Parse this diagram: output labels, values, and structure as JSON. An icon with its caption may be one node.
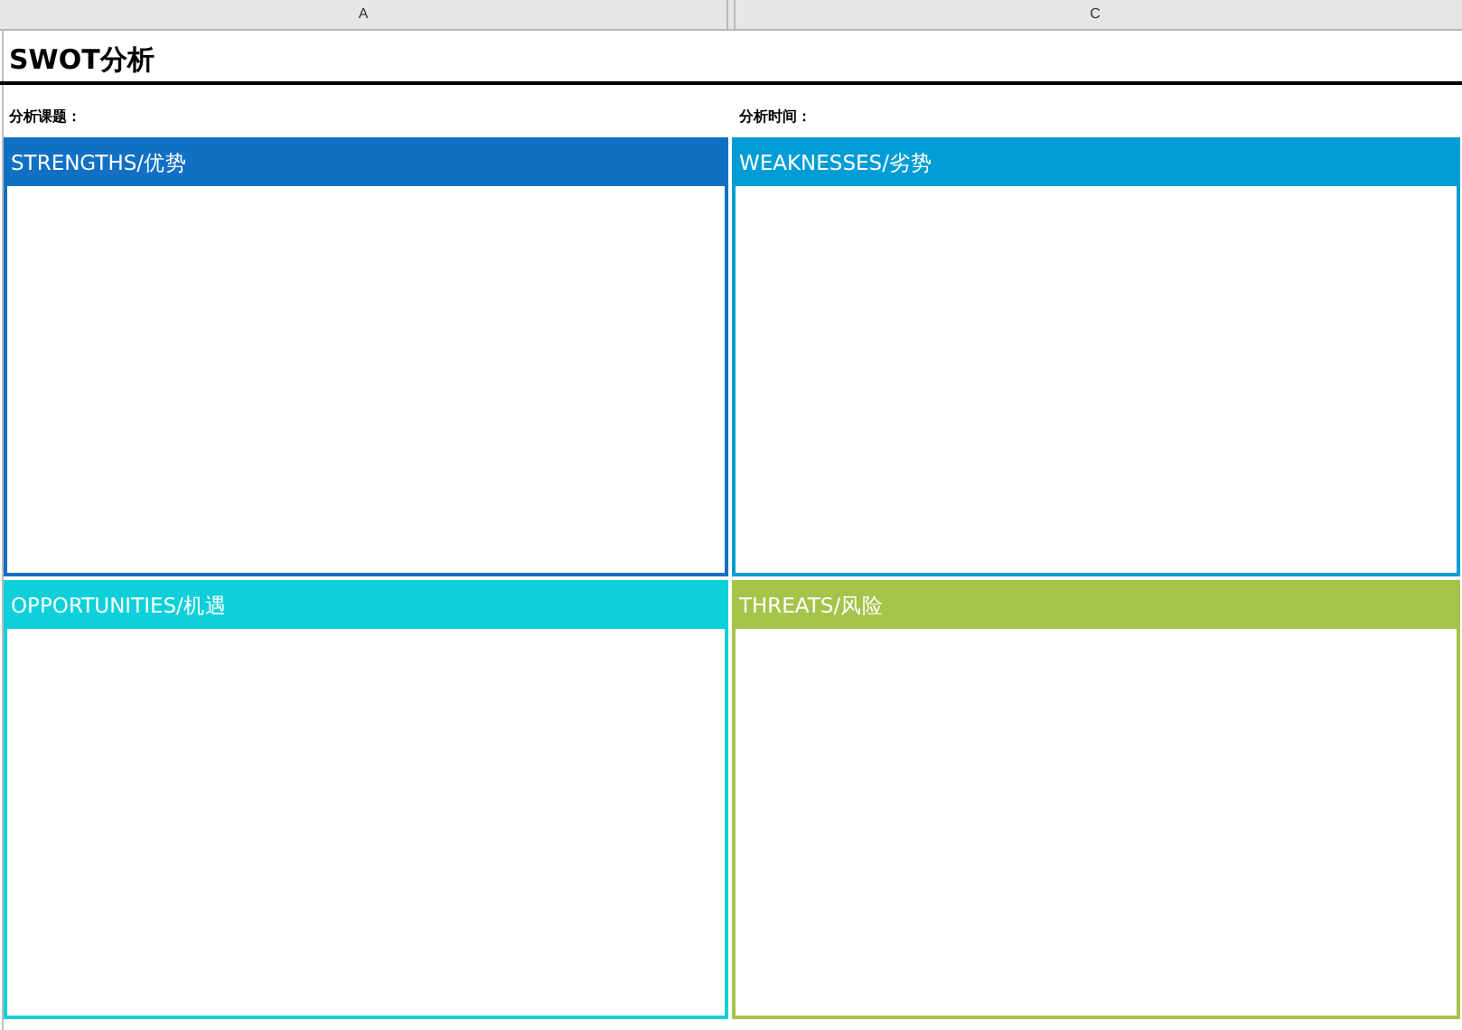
{
  "diagram": {
    "title": "SWOT分析",
    "nodes": [
      {
        "text": [
          "STRENGTHS/优势"
        ]
      },
      {
        "text": [
          "WEAKNESSES/劣势"
        ]
      },
      {
        "text": [
          "OPPORTUNITIES/机遇"
        ]
      },
      {
        "text": [
          "THREATS/风险"
        ]
      }
    ],
    "edges": [],
    "labels": [
      "A",
      "C",
      "分析课题：",
      "分析时间："
    ]
  }
}
